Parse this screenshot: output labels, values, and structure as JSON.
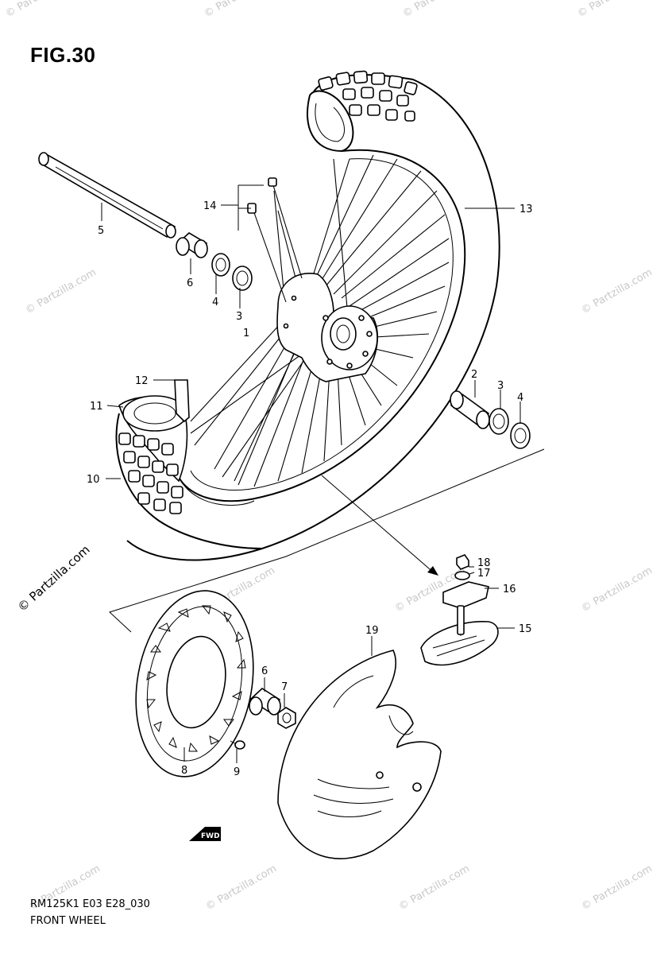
{
  "header": {
    "figure": "FIG.30"
  },
  "footer": {
    "model_code": "RM125K1 E03 E28_030",
    "name": "FRONT WHEEL"
  },
  "watermark": {
    "text": "© Partzilla.com"
  },
  "callouts": [
    {
      "id": "1",
      "text": "1"
    },
    {
      "id": "2",
      "text": "2"
    },
    {
      "id": "3a",
      "text": "3"
    },
    {
      "id": "3b",
      "text": "3"
    },
    {
      "id": "4a",
      "text": "4"
    },
    {
      "id": "4b",
      "text": "4"
    },
    {
      "id": "5",
      "text": "5"
    },
    {
      "id": "6a",
      "text": "6"
    },
    {
      "id": "6b",
      "text": "6"
    },
    {
      "id": "7",
      "text": "7"
    },
    {
      "id": "8",
      "text": "8"
    },
    {
      "id": "9",
      "text": "9"
    },
    {
      "id": "10",
      "text": "10"
    },
    {
      "id": "11",
      "text": "11"
    },
    {
      "id": "12",
      "text": "12"
    },
    {
      "id": "13",
      "text": "13"
    },
    {
      "id": "14",
      "text": "14"
    },
    {
      "id": "15",
      "text": "15"
    },
    {
      "id": "16",
      "text": "16"
    },
    {
      "id": "17",
      "text": "17"
    },
    {
      "id": "18",
      "text": "18"
    },
    {
      "id": "19",
      "text": "19"
    }
  ],
  "fwd_label": "FWD"
}
